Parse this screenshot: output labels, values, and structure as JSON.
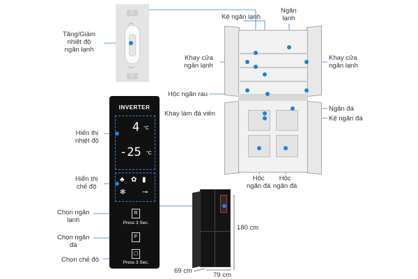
{
  "labels": {
    "tang_giam": "Tăng/Giảm\nnhiệt độ\nngăn lạnh",
    "ke_ngan_lanh": "Kệ ngăn lạnh",
    "ngan_lanh": "Ngăn\nlạnh",
    "khay_cua_left": "Khay cửa\nngăn lạnh",
    "khay_cua_right": "Khay cửa\nngăn lạnh",
    "hoc_ngan_rau": "Hộc ngăn rau",
    "khay_lam_da": "Khay làm đá viên",
    "ngan_da": "Ngăn đá",
    "ke_ngan_da": "Kệ ngăn đá",
    "hoc_ngan_da_1": "Hộc\nngăn đá",
    "hoc_ngan_da_2": "Hộc\nngăn đá",
    "hien_thi_nhiet_do": "Hiển thị\nnhiệt độ",
    "hien_thi_che_do": "Hiển thị\nchế độ",
    "chon_ngan_lanh": "Chọn ngăn\nlạnh",
    "chon_ngan_da": "Chọn ngăn\nđá",
    "chon_che_do": "Chọn chế độ"
  },
  "panel": {
    "brand": "INVERTER",
    "fridge_temp": "4",
    "freezer_temp": "-25",
    "unit": "°C",
    "btn_r": "R",
    "btn_f": "F",
    "press_1": "Press 3 Sec.",
    "press_2": "Press 3 Sec."
  },
  "dimensions": {
    "height": "180 cm",
    "depth": "69 cm",
    "width": "79 cm"
  },
  "colors": {
    "accent": "#1f7fe0"
  },
  "icons": [
    "snowflake-icon",
    "grape-icon",
    "shield-icon",
    "key-icon",
    "lock-icon",
    "chevron-up-icon",
    "chevron-down-icon"
  ]
}
